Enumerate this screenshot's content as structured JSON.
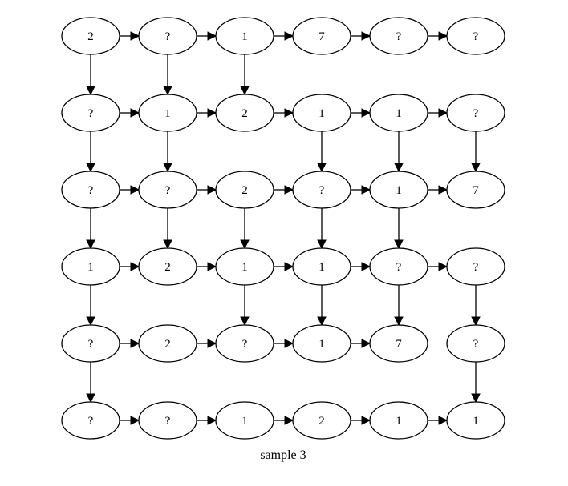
{
  "caption": "sample 3",
  "grid": {
    "rows": [
      [
        "2",
        "?",
        "1",
        "7",
        "?",
        "?"
      ],
      [
        "?",
        "1",
        "2",
        "1",
        "1",
        "?"
      ],
      [
        "?",
        "?",
        "2",
        "?",
        "1",
        "7"
      ],
      [
        "1",
        "2",
        "1",
        "1",
        "?",
        "?"
      ],
      [
        "?",
        "2",
        "?",
        "1",
        "7",
        "?"
      ],
      [
        "?",
        "?",
        "1",
        "2",
        "1",
        "1"
      ]
    ]
  },
  "edges": {
    "horizontal": [
      [
        [
          0,
          0
        ],
        [
          0,
          1
        ]
      ],
      [
        [
          0,
          1
        ],
        [
          0,
          2
        ]
      ],
      [
        [
          0,
          2
        ],
        [
          0,
          3
        ]
      ],
      [
        [
          0,
          3
        ],
        [
          0,
          4
        ]
      ],
      [
        [
          0,
          4
        ],
        [
          0,
          5
        ]
      ],
      [
        [
          1,
          0
        ],
        [
          1,
          1
        ]
      ],
      [
        [
          1,
          1
        ],
        [
          1,
          2
        ]
      ],
      [
        [
          1,
          2
        ],
        [
          1,
          3
        ]
      ],
      [
        [
          1,
          3
        ],
        [
          1,
          4
        ]
      ],
      [
        [
          1,
          4
        ],
        [
          1,
          5
        ]
      ],
      [
        [
          2,
          0
        ],
        [
          2,
          1
        ]
      ],
      [
        [
          2,
          1
        ],
        [
          2,
          2
        ]
      ],
      [
        [
          2,
          2
        ],
        [
          2,
          3
        ]
      ],
      [
        [
          2,
          3
        ],
        [
          2,
          4
        ]
      ],
      [
        [
          2,
          4
        ],
        [
          2,
          5
        ]
      ],
      [
        [
          3,
          0
        ],
        [
          3,
          1
        ]
      ],
      [
        [
          3,
          1
        ],
        [
          3,
          2
        ]
      ],
      [
        [
          3,
          2
        ],
        [
          3,
          3
        ]
      ],
      [
        [
          3,
          3
        ],
        [
          3,
          4
        ]
      ],
      [
        [
          3,
          4
        ],
        [
          3,
          5
        ]
      ],
      [
        [
          4,
          0
        ],
        [
          4,
          1
        ]
      ],
      [
        [
          4,
          1
        ],
        [
          4,
          2
        ]
      ],
      [
        [
          4,
          2
        ],
        [
          4,
          3
        ]
      ],
      [
        [
          4,
          3
        ],
        [
          4,
          4
        ]
      ],
      [
        [
          5,
          0
        ],
        [
          5,
          1
        ]
      ],
      [
        [
          5,
          1
        ],
        [
          5,
          2
        ]
      ],
      [
        [
          5,
          2
        ],
        [
          5,
          3
        ]
      ],
      [
        [
          5,
          3
        ],
        [
          5,
          4
        ]
      ],
      [
        [
          5,
          4
        ],
        [
          5,
          5
        ]
      ]
    ],
    "vertical": [
      [
        [
          0,
          0
        ],
        [
          1,
          0
        ]
      ],
      [
        [
          0,
          1
        ],
        [
          1,
          1
        ]
      ],
      [
        [
          0,
          2
        ],
        [
          1,
          2
        ]
      ],
      [
        [
          1,
          0
        ],
        [
          2,
          0
        ]
      ],
      [
        [
          1,
          1
        ],
        [
          2,
          1
        ]
      ],
      [
        [
          1,
          3
        ],
        [
          2,
          3
        ]
      ],
      [
        [
          1,
          4
        ],
        [
          2,
          4
        ]
      ],
      [
        [
          1,
          5
        ],
        [
          2,
          5
        ]
      ],
      [
        [
          2,
          0
        ],
        [
          3,
          0
        ]
      ],
      [
        [
          2,
          1
        ],
        [
          3,
          1
        ]
      ],
      [
        [
          2,
          2
        ],
        [
          3,
          2
        ]
      ],
      [
        [
          2,
          3
        ],
        [
          3,
          3
        ]
      ],
      [
        [
          2,
          4
        ],
        [
          3,
          4
        ]
      ],
      [
        [
          3,
          0
        ],
        [
          4,
          0
        ]
      ],
      [
        [
          3,
          2
        ],
        [
          4,
          2
        ]
      ],
      [
        [
          3,
          3
        ],
        [
          4,
          3
        ]
      ],
      [
        [
          3,
          4
        ],
        [
          4,
          4
        ]
      ],
      [
        [
          3,
          5
        ],
        [
          4,
          5
        ]
      ],
      [
        [
          4,
          0
        ],
        [
          5,
          0
        ]
      ],
      [
        [
          4,
          5
        ],
        [
          5,
          5
        ]
      ]
    ]
  }
}
